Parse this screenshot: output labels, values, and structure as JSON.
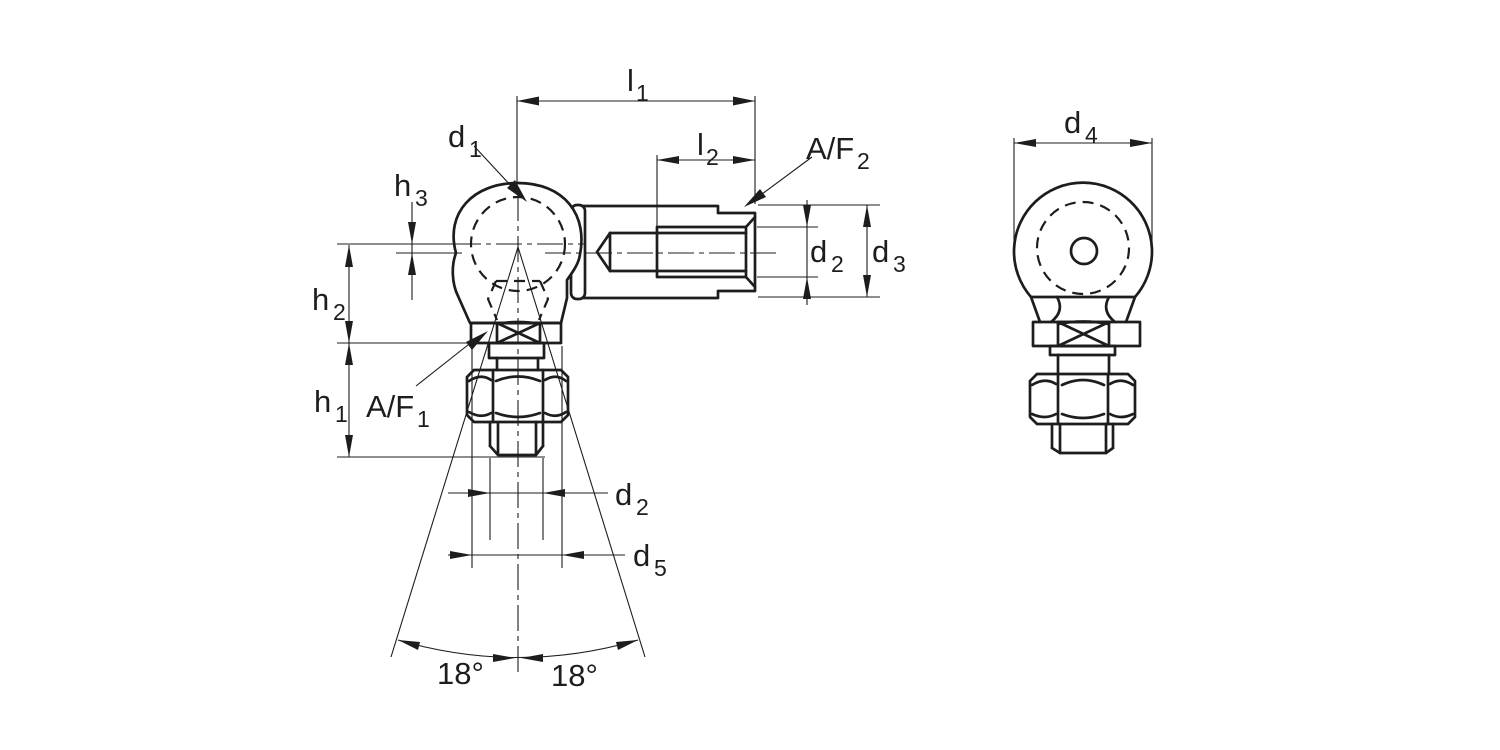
{
  "drawing": {
    "type": "technical-dimension-drawing",
    "subject": "angle ball joint, side view and front view",
    "colors": {
      "line": "#1d1d1b",
      "background": "#ffffff"
    },
    "labels": {
      "l1": {
        "main": "l",
        "sub": "1"
      },
      "l2": {
        "main": "l",
        "sub": "2"
      },
      "d1": {
        "main": "d",
        "sub": "1"
      },
      "d2_right": {
        "main": "d",
        "sub": "2"
      },
      "d3": {
        "main": "d",
        "sub": "3"
      },
      "d4": {
        "main": "d",
        "sub": "4"
      },
      "d2_bottom": {
        "main": "d",
        "sub": "2"
      },
      "d5": {
        "main": "d",
        "sub": "5"
      },
      "h1": {
        "main": "h",
        "sub": "1"
      },
      "h2": {
        "main": "h",
        "sub": "2"
      },
      "h3": {
        "main": "h",
        "sub": "3"
      },
      "af1": {
        "main": "A/F",
        "sub": "1"
      },
      "af2": {
        "main": "A/F",
        "sub": "2"
      },
      "angle_left": "18°",
      "angle_right": "18°"
    }
  }
}
